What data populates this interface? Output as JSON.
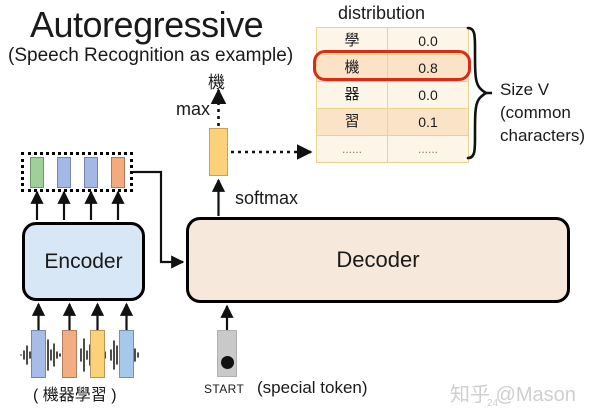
{
  "slide": {
    "title": "Autoregressive",
    "subtitle": "(Speech Recognition as example)",
    "page_number": "24",
    "watermark": "知乎 @Mason"
  },
  "distribution": {
    "label": "distribution",
    "rows": [
      {
        "char": "學",
        "prob": "0.0"
      },
      {
        "char": "機",
        "prob": "0.8"
      },
      {
        "char": "器",
        "prob": "0.0"
      },
      {
        "char": "習",
        "prob": "0.1"
      },
      {
        "char": "......",
        "prob": "......"
      }
    ],
    "highlighted_row_index": 1,
    "highlight_color": "#d92b18",
    "row_color_odd": "#fdf6e8",
    "row_color_even": "#fbe3c8",
    "border_color": "#e8d48a"
  },
  "annotation": {
    "size_v_line1": "Size V",
    "size_v_line2": "(common",
    "size_v_line3": "characters)"
  },
  "pipeline": {
    "output_char": "機",
    "max_label": "max",
    "softmax_label": "softmax",
    "encoder_label": "Encoder",
    "decoder_label": "Decoder",
    "encoder_color": "#d7e7f5",
    "decoder_color": "#f6e8da",
    "vector_color": "#fbd179"
  },
  "encoder_outputs": [
    {
      "color": "#9fd09a"
    },
    {
      "color": "#a4b8e8"
    },
    {
      "color": "#a4b8e8"
    },
    {
      "color": "#f2aa7e"
    }
  ],
  "audio_input": {
    "label": "( 機器學習 )",
    "vectors": [
      {
        "color": "#a8bce8"
      },
      {
        "color": "#f4ad82"
      },
      {
        "color": "#fbd179"
      },
      {
        "color": "#a6c8ea"
      }
    ]
  },
  "start_token": {
    "label": "START",
    "note": "(special token)",
    "color": "#c9c9c9"
  }
}
